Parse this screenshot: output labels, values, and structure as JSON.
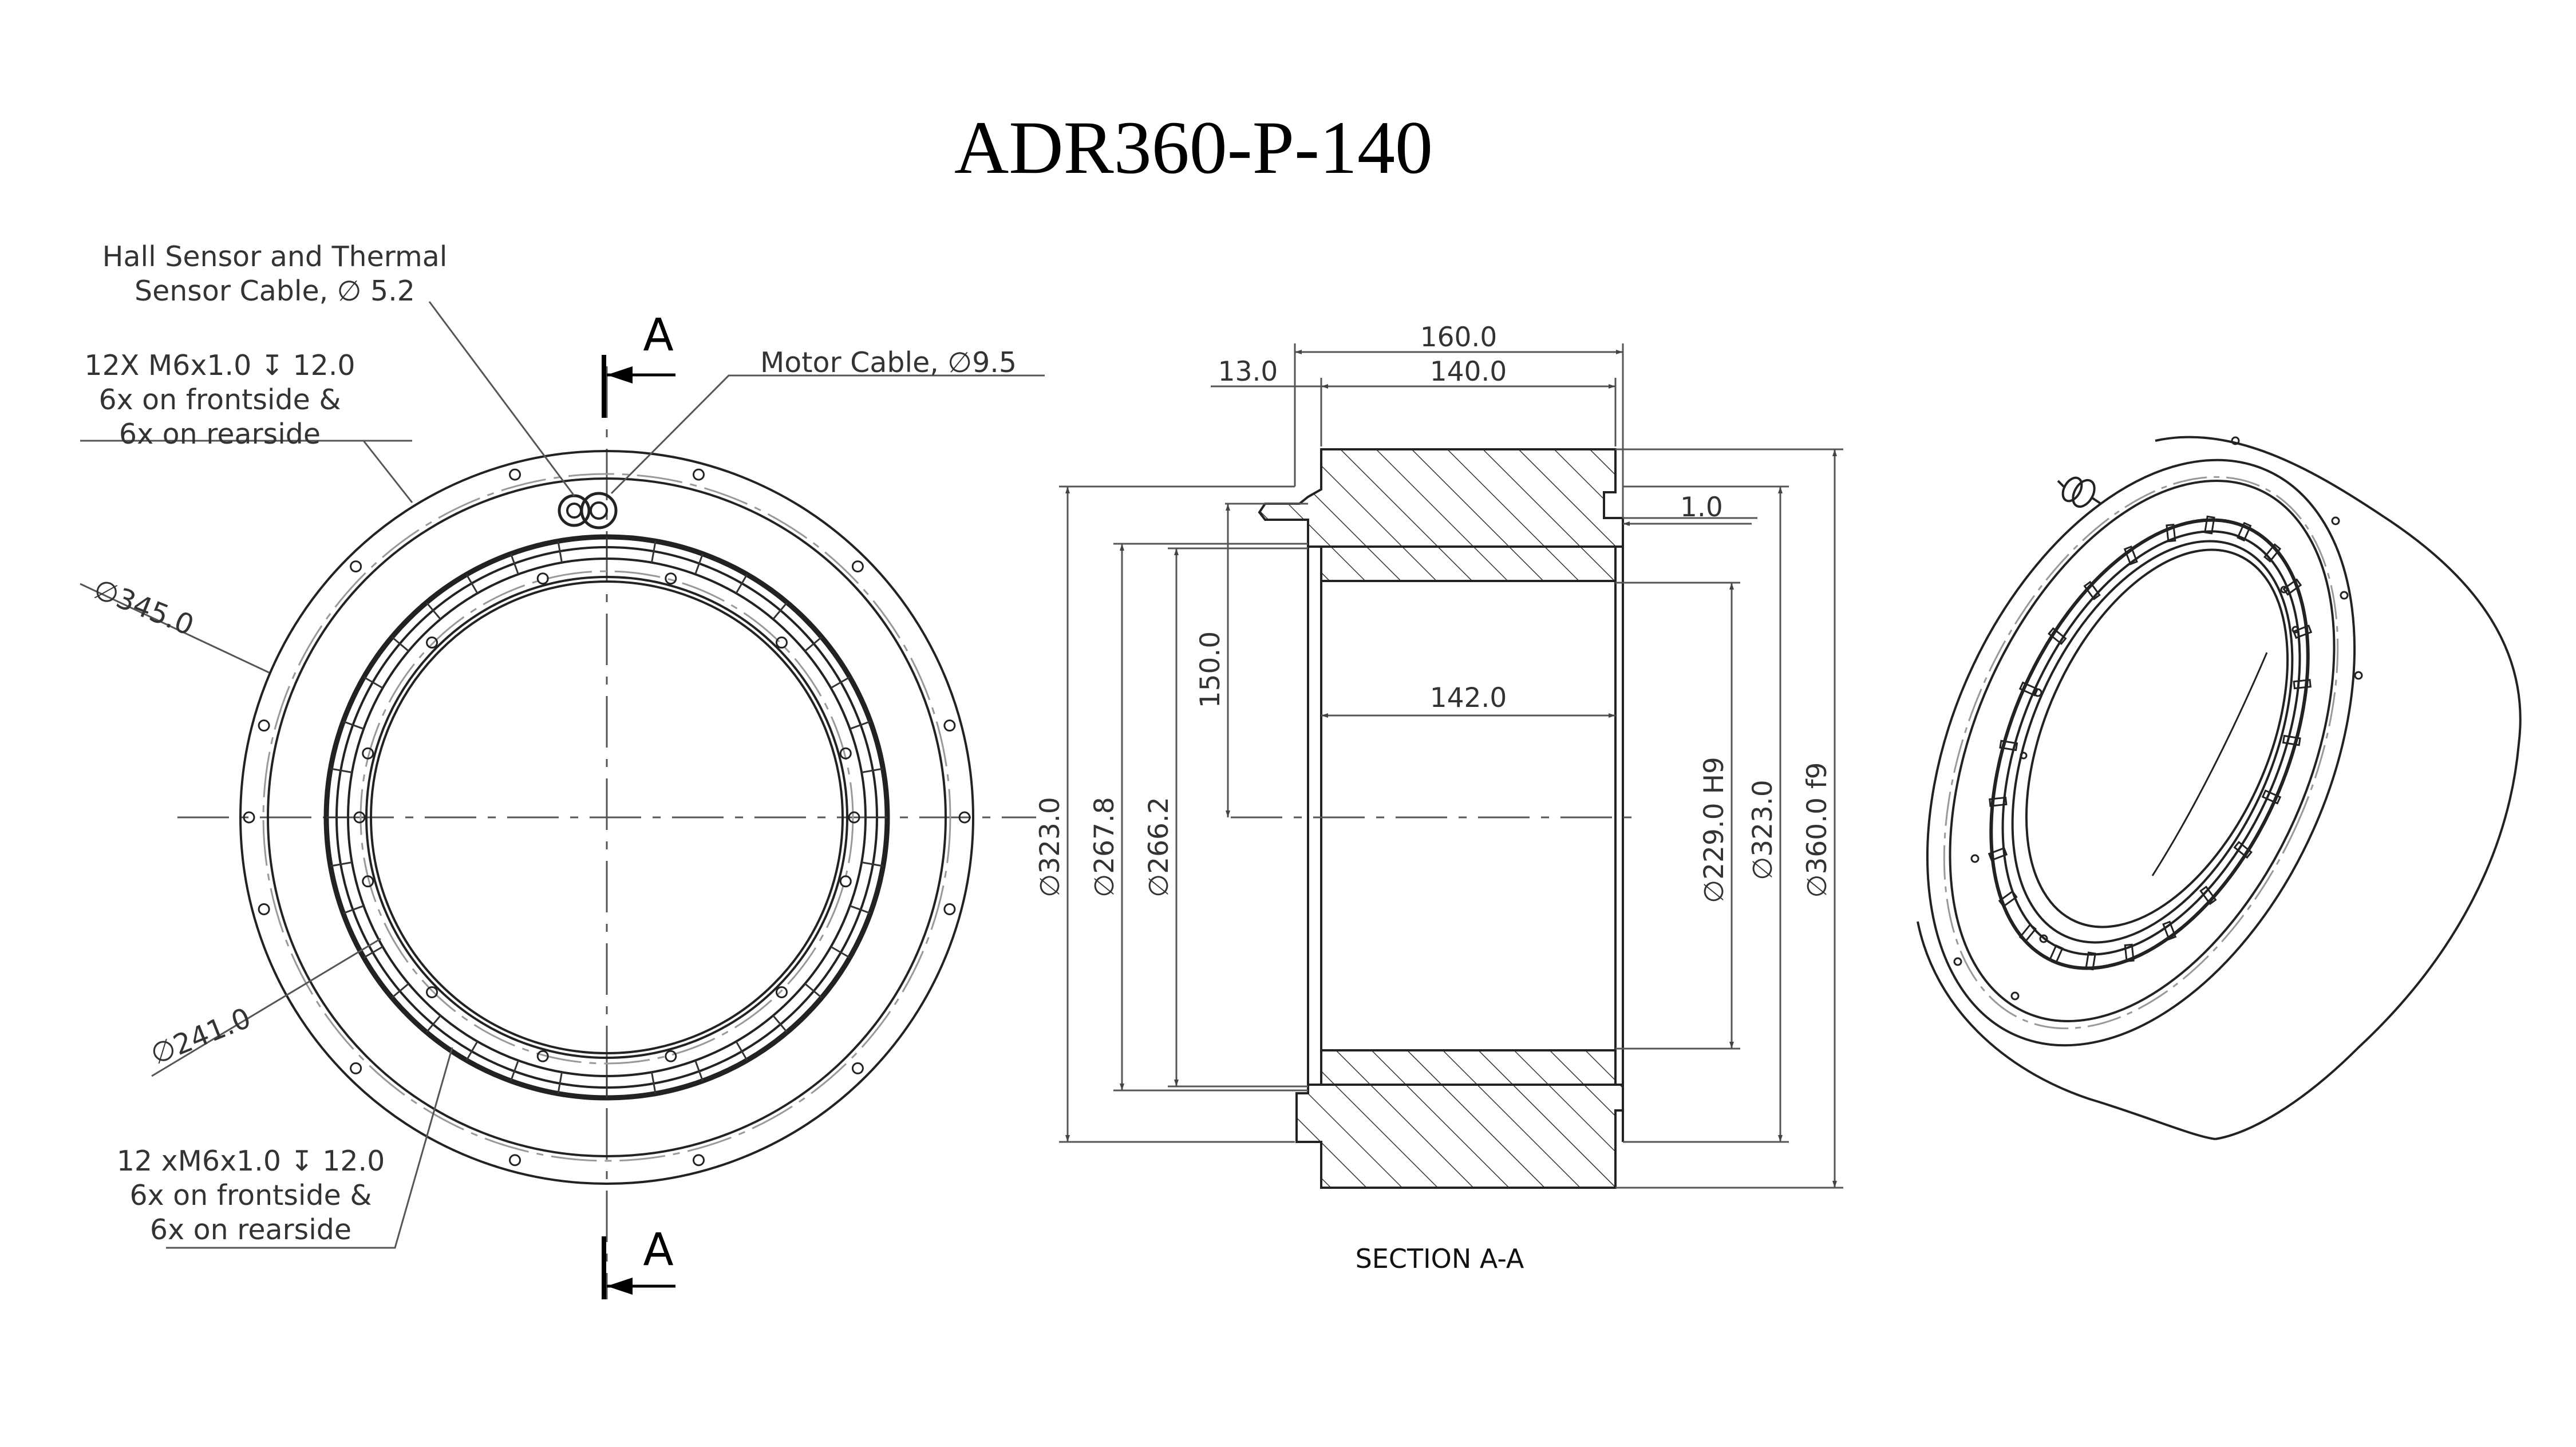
{
  "title": "ADR360-P-140",
  "section_marker": "A",
  "section_label": "SECTION A-A",
  "front_view": {
    "callouts": {
      "hall_sensor": [
        "Hall Sensor and Thermal",
        "Sensor Cable, ∅ 5.2"
      ],
      "holes_top": [
        "12X M6x1.0 ↧ 12.0",
        "6x on frontside &",
        "6x on rearside"
      ],
      "motor_cable": "Motor Cable, ∅9.5",
      "dia_345": "∅345.0",
      "dia_241": "∅241.0",
      "holes_bottom": [
        "12 xM6x1.0 ↧ 12.0",
        "6x on frontside &",
        "6x on rearside"
      ]
    }
  },
  "section_view": {
    "dims": {
      "width_160": "160.0",
      "width_140": "140.0",
      "offset_13": "13.0",
      "offset_1": "1.0",
      "height_150": "150.0",
      "width_142": "142.0",
      "dia_323_left": "∅323.0",
      "dia_267": "∅267.8",
      "dia_266": "∅266.2",
      "dia_229": "∅229.0 H9",
      "dia_323_right": "∅323.0",
      "dia_360": "∅360.0 f9"
    }
  }
}
